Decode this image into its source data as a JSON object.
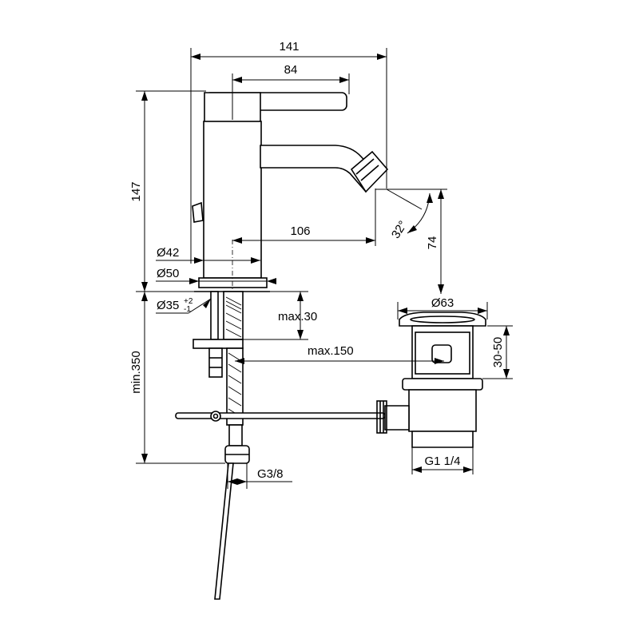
{
  "dimensions": {
    "width_141": "141",
    "length_84": "84",
    "height_147": "147",
    "reach_106": "106",
    "height_74": "74",
    "angle_32": "32°",
    "dia_42": "Ø42",
    "dia_50": "Ø50",
    "dia_35": "Ø35",
    "tol_plus": "+2",
    "tol_minus": "-1",
    "max_30": "max.30",
    "max_150": "max.150",
    "min_350": "min.350",
    "g38": "G3/8",
    "dia_63": "Ø63",
    "range_30_50": "30-50",
    "g1_14": "G1 1/4"
  }
}
